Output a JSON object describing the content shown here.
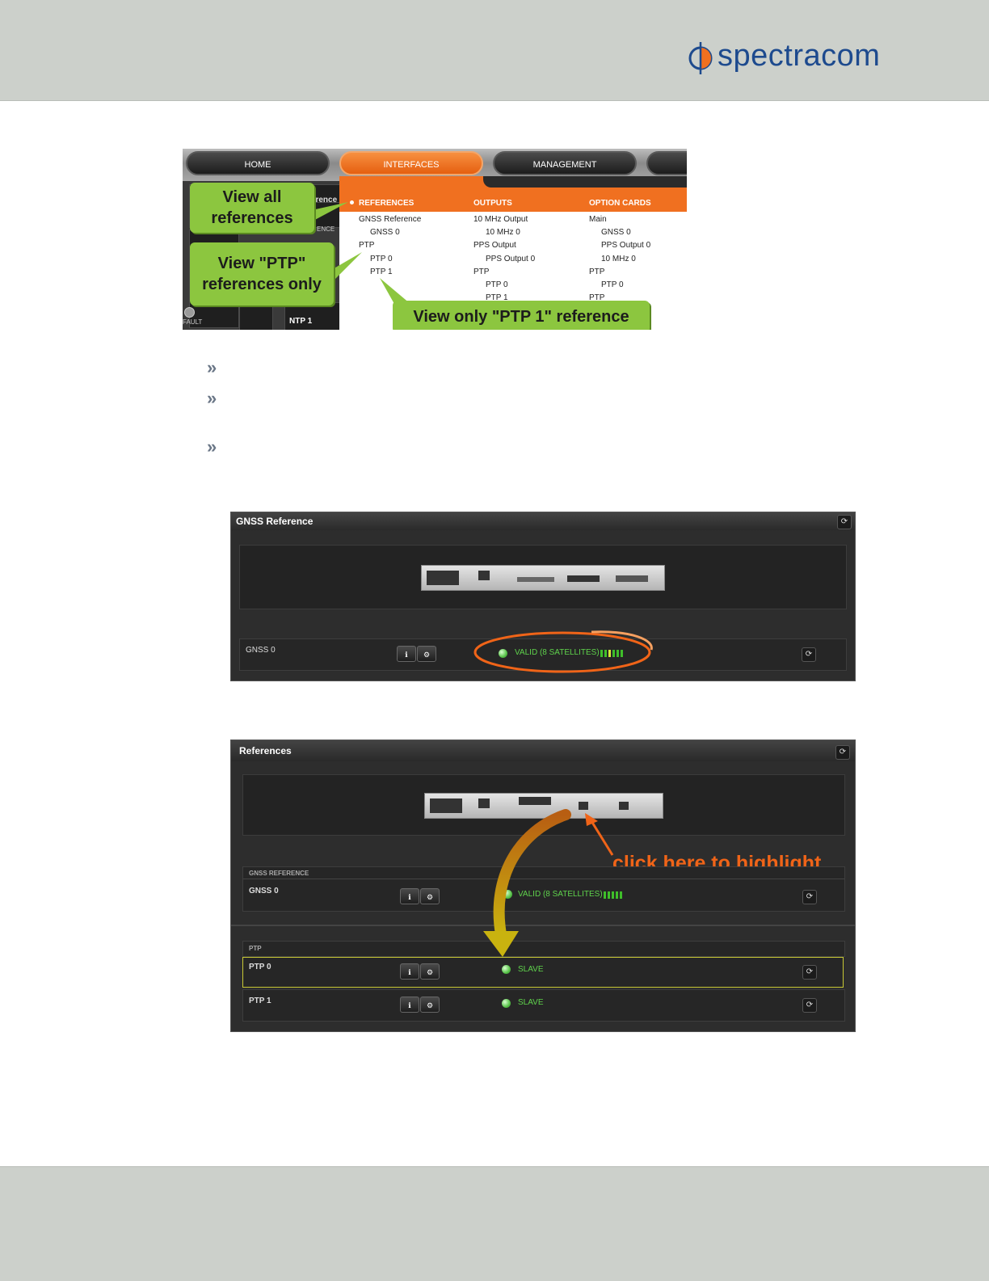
{
  "header": {
    "logo_text": "spectracom",
    "brand_color": "#1d4a8e",
    "accent_color": "#f07020"
  },
  "menu_screenshot": {
    "nav": [
      "HOME",
      "INTERFACES",
      "MANAGEMENT"
    ],
    "active_tab": "INTERFACES",
    "sections": [
      "REFERENCES",
      "OUTPUTS",
      "OPTION CARDS"
    ],
    "references": [
      "GNSS Reference",
      "GNSS 0",
      "PTP",
      "PTP 0",
      "PTP 1"
    ],
    "outputs": [
      "10 MHz Output",
      "10 MHz 0",
      "PPS Output",
      "PPS Output 0",
      "PTP",
      "PTP 0",
      "PTP 1"
    ],
    "option_cards": [
      "Main",
      "GNSS 0",
      "PPS Output 0",
      "10 MHz 0",
      "PTP",
      "PTP 0",
      "PTP"
    ],
    "callouts": {
      "view_all": "View all references",
      "view_ptp": "View \"PTP\" references only",
      "view_ptp1": "View only \"PTP 1\" reference"
    },
    "left_labels": {
      "ntp": "NTP 1",
      "fault": "FAULT",
      "ence": "ENCE",
      "partial": "eference St"
    }
  },
  "bullets": [
    "»",
    "»",
    "»"
  ],
  "gnss_panel": {
    "title": "GNSS Reference",
    "row": {
      "label": "GNSS 0",
      "status": "VALID (8 SATELLITES)"
    }
  },
  "references_panel": {
    "title": "References",
    "note": "click here to highlight",
    "gnss_section": "GNSS REFERENCE",
    "gnss_row": {
      "label": "GNSS 0",
      "status": "VALID (8 SATELLITES)"
    },
    "ptp_section": "PTP",
    "ptp_rows": [
      {
        "label": "PTP 0",
        "status": "SLAVE"
      },
      {
        "label": "PTP 1",
        "status": "SLAVE"
      }
    ]
  }
}
